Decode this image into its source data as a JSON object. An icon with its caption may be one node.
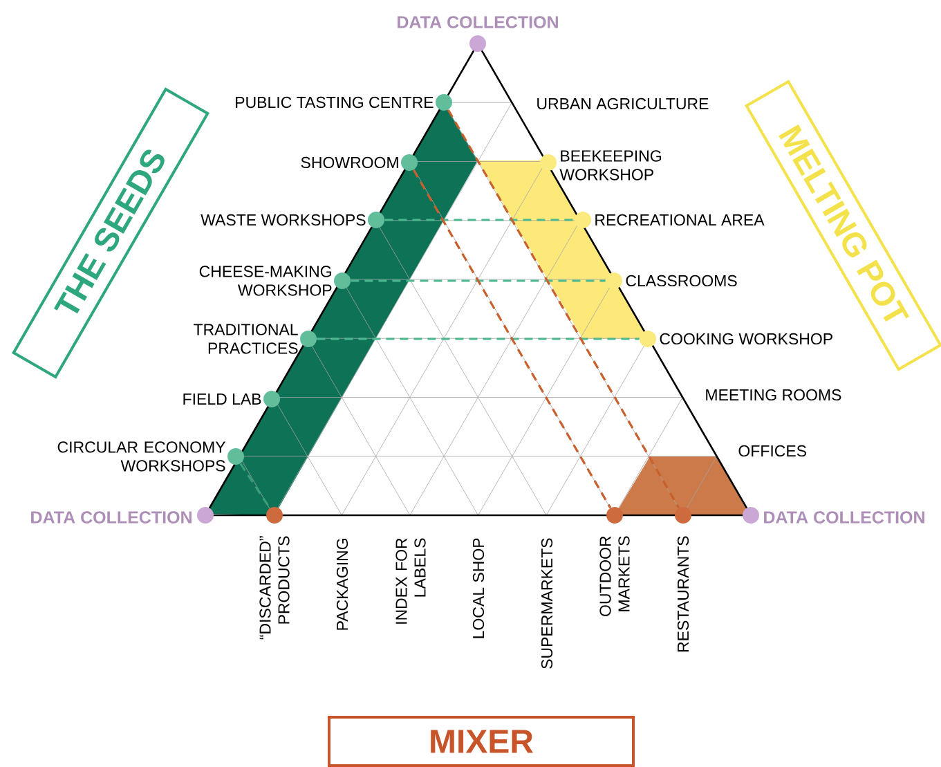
{
  "diagram": {
    "nodes": [
      {
        "text": [
          "THE SEEDS"
        ]
      },
      {
        "text": [
          "MELTING POT"
        ]
      },
      {
        "text": [
          "MIXER"
        ]
      },
      {
        "text": [
          "DATA COLLECTION"
        ]
      },
      {
        "text": [
          "DATA COLLECTION"
        ]
      },
      {
        "text": [
          "DATA COLLECTION"
        ]
      },
      {
        "text": [
          "PUBLIC TASTING CENTRE"
        ]
      },
      {
        "text": [
          "SHOWROOM"
        ]
      },
      {
        "text": [
          "WASTE WORKSHOPS"
        ]
      },
      {
        "text": [
          "CHEESE-MAKING WORKSHOP"
        ]
      },
      {
        "text": [
          "TRADITIONAL PRACTICES"
        ]
      },
      {
        "text": [
          "FIELD LAB"
        ]
      },
      {
        "text": [
          "CIRCULAR ECONOMY WORKSHOPS"
        ]
      },
      {
        "text": [
          "BEEKEEPING WORKSHOP"
        ]
      },
      {
        "text": [
          "RECREATIONAL AREA"
        ]
      },
      {
        "text": [
          "CLASSROOMS"
        ]
      },
      {
        "text": [
          "COOKING WORKSHOP"
        ]
      },
      {
        "text": [
          "“DISCARDED” PRODUCTS"
        ]
      },
      {
        "text": [
          "OUTDOOR MARKETS"
        ]
      },
      {
        "text": [
          "RESTAURANTS"
        ]
      }
    ],
    "edges": [
      {
        "from": 8,
        "to": 14,
        "arrow": "none",
        "style": "dashed",
        "color": "#4cb890"
      },
      {
        "from": 9,
        "to": 15,
        "arrow": "none",
        "style": "dashed",
        "color": "#4cb890"
      },
      {
        "from": 10,
        "to": 16,
        "arrow": "none",
        "style": "dashed",
        "color": "#4cb890"
      },
      {
        "from": 12,
        "to": 17,
        "arrow": "none",
        "style": "dashed",
        "color": "#3a9e78"
      },
      {
        "from": 6,
        "to": 19,
        "arrow": "none",
        "style": "dashed",
        "color": "#c8602e"
      },
      {
        "from": 7,
        "to": 18,
        "arrow": "none",
        "style": "dashed",
        "color": "#c8602e"
      }
    ],
    "labels": [
      "URBAN AGRICULTURE",
      "MEETING ROOMS",
      "OFFICES",
      "PACKAGING",
      "INDEX FOR LABELS",
      "LOCAL SHOP",
      "SUPERMARKETS"
    ]
  }
}
